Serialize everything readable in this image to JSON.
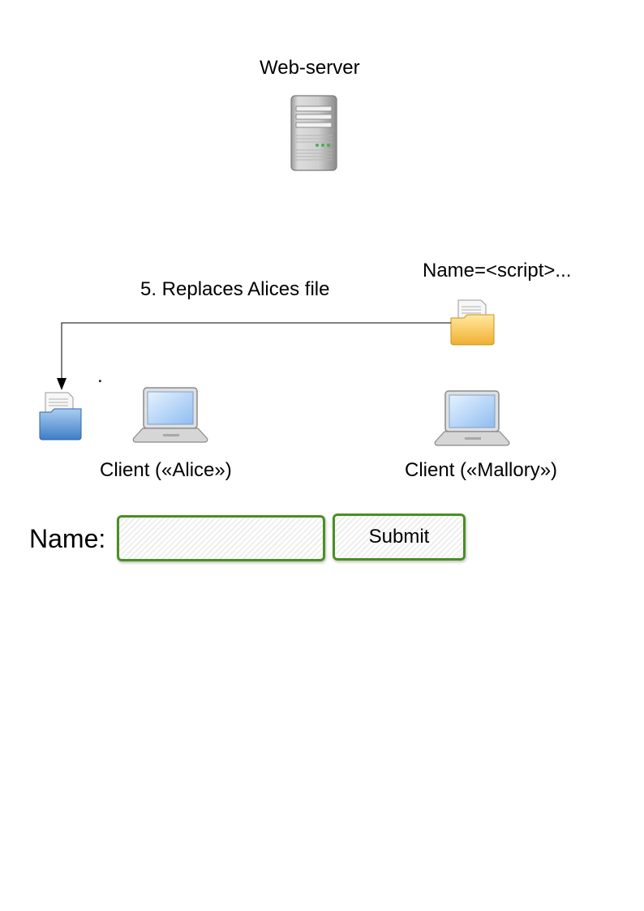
{
  "server": {
    "title": "Web-server",
    "icon": "server-icon"
  },
  "mallory": {
    "payload_label": "Name=<script>...",
    "file_icon": "yellow-folder-document-icon",
    "client_label": "Client («Mallory»)",
    "laptop_icon": "laptop-icon"
  },
  "alice": {
    "client_label": "Client («Alice»)",
    "file_icon": "blue-folder-document-icon",
    "laptop_icon": "laptop-icon",
    "dot": "."
  },
  "arrow": {
    "label": "5. Replaces Alices file"
  },
  "form": {
    "name_label": "Name:",
    "name_value": "",
    "submit_label": "Submit",
    "border_color": "#4a8f24"
  }
}
